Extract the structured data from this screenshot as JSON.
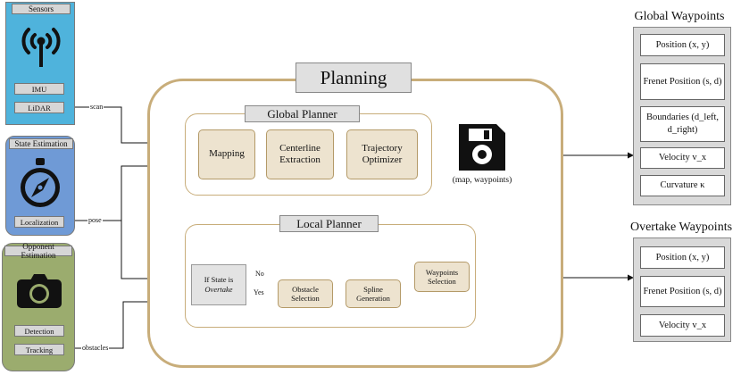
{
  "sensors": {
    "title": "Sensors",
    "imu": "IMU",
    "lidar": "LiDAR",
    "icon": "antenna-icon",
    "color": "#4fb3dc"
  },
  "state_estimation": {
    "title": "State Estimation",
    "localization": "Localization",
    "icon": "compass-icon",
    "color": "#6f9ad6"
  },
  "opponent_estimation": {
    "title": "Opponent Estimation",
    "detection": "Detection",
    "tracking": "Tracking",
    "icon": "camera-icon",
    "color": "#9bac6e"
  },
  "edge_labels": {
    "scan": "scan",
    "pose": "pose",
    "obstacles": "obstacles",
    "no": "No",
    "yes": "Yes"
  },
  "planning": {
    "title": "Planning",
    "frame_color": "#c8ad7a",
    "global_planner": {
      "title": "Global Planner",
      "mapping": "Mapping",
      "centerline_1": "Centerline",
      "centerline_2": "Extraction",
      "trajectory_1": "Trajectory",
      "trajectory_2": "Optimizer"
    },
    "save": {
      "icon": "save-disk-icon",
      "caption": "(map, waypoints)"
    },
    "local_planner": {
      "title": "Local Planner",
      "if_1": "If State is",
      "if_2": "Overtake",
      "obstacle_1": "Obstacle",
      "obstacle_2": "Selection",
      "spline_1": "Spline",
      "spline_2": "Generation",
      "waypoints_1": "Waypoints",
      "waypoints_2": "Selection"
    }
  },
  "global_waypoints": {
    "title": "Global Waypoints",
    "items": [
      "Position (x, y)",
      "Frenet Position (s, d)",
      "Boundaries (d_left, d_right)",
      "Velocity v_x",
      "Curvature κ"
    ]
  },
  "overtake_waypoints": {
    "title": "Overtake Waypoints",
    "items": [
      "Position (x, y)",
      "Frenet Position (s, d)",
      "Velocity v_x"
    ]
  }
}
